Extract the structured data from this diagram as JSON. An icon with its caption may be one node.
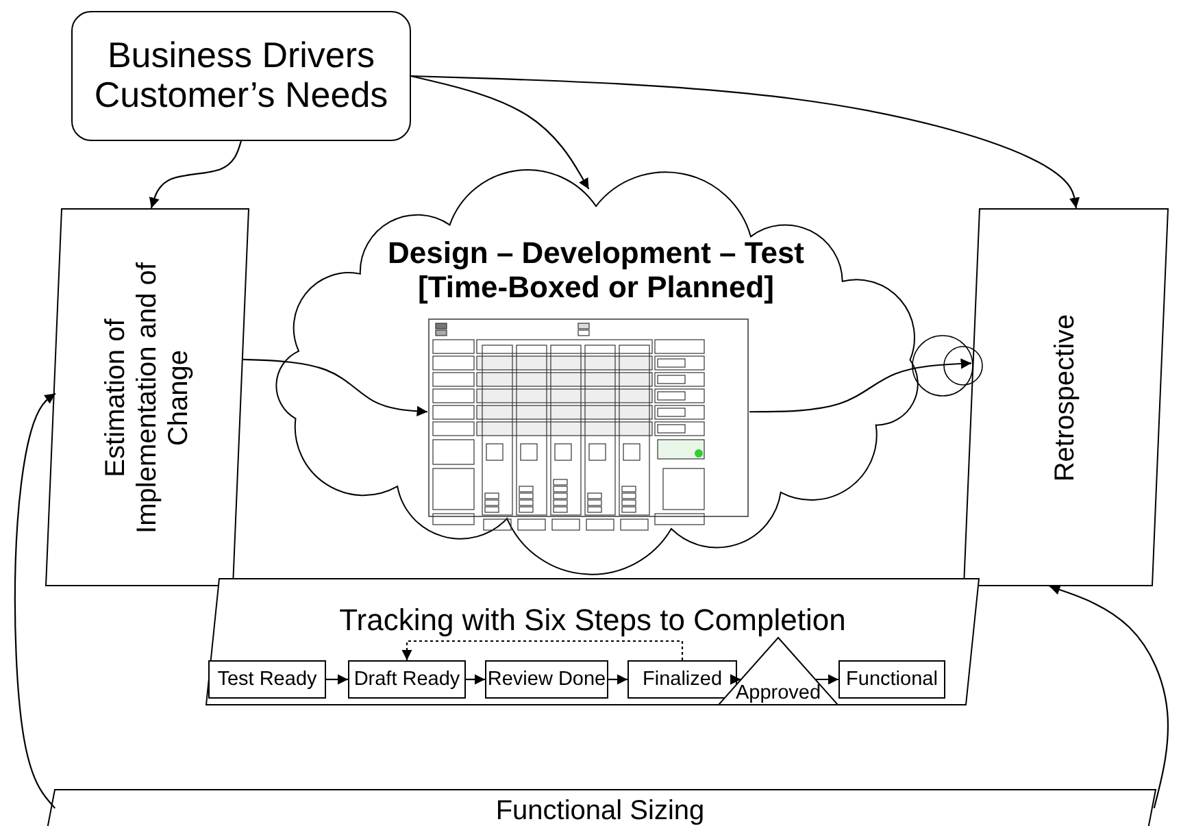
{
  "diagram": {
    "nodes": [
      {
        "text": [
          "Business Drivers Customer’s Needs"
        ]
      },
      {
        "text": [
          "Estimation of Implementation and of Change"
        ]
      },
      {
        "text": [
          "Design – Development – Test [Time-Boxed or Planned]"
        ]
      },
      {
        "text": [],
        "shape": "picture",
        "in": 2
      },
      {
        "text": [
          "Retrospective"
        ]
      },
      {
        "text": [
          "Tracking with Six Steps to Completion"
        ]
      },
      {
        "text": [
          "Test Ready"
        ],
        "in": 5
      },
      {
        "text": [
          "Draft Ready"
        ],
        "in": 5
      },
      {
        "text": [
          "Review Done"
        ],
        "in": 5
      },
      {
        "text": [
          "Finalized"
        ],
        "in": 5
      },
      {
        "text": [
          "Approved"
        ],
        "in": 5
      },
      {
        "text": [
          "Functional"
        ],
        "in": 5
      },
      {
        "text": [
          "Functional Sizing"
        ]
      }
    ],
    "edges": [
      {
        "from": 0,
        "to": 1,
        "arrow": "to"
      },
      {
        "from": 0,
        "to": 2,
        "arrow": "to"
      },
      {
        "from": 0,
        "to": 4,
        "arrow": "to"
      },
      {
        "from": 1,
        "to": 3,
        "arrow": "to"
      },
      {
        "from": 3,
        "to": 4,
        "arrow": "to"
      },
      {
        "from": 6,
        "to": 7,
        "arrow": "to"
      },
      {
        "from": 7,
        "to": 8,
        "arrow": "to"
      },
      {
        "from": 8,
        "to": 9,
        "arrow": "to"
      },
      {
        "from": 9,
        "to": 10,
        "arrow": "to"
      },
      {
        "from": 10,
        "to": 11,
        "arrow": "to"
      },
      {
        "from": 9,
        "to": 7,
        "arrow": "to",
        "style": "dashed"
      },
      {
        "from": 12,
        "to": 1,
        "arrow": "to"
      },
      {
        "from": 12,
        "to": 4,
        "arrow": "to"
      }
    ]
  }
}
